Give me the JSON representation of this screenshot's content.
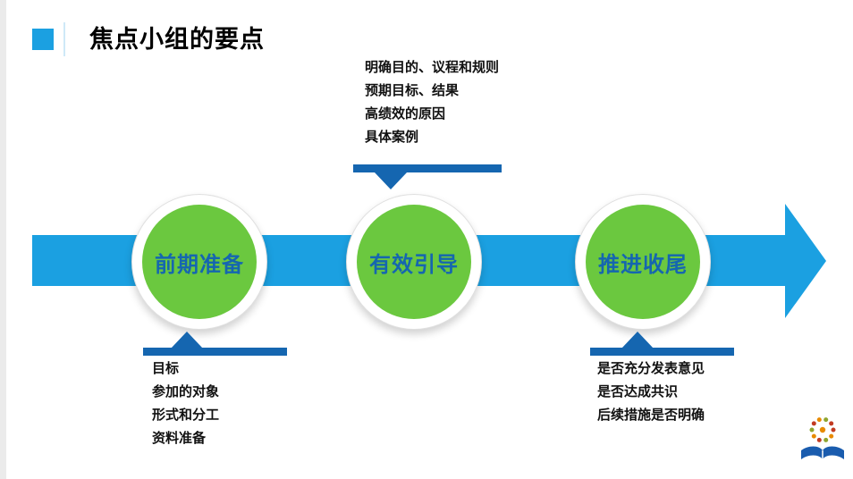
{
  "slide": {
    "title": "焦点小组的要点"
  },
  "nodes": [
    {
      "label": "前期准备"
    },
    {
      "label": "有效引导"
    },
    {
      "label": "推进收尾"
    }
  ],
  "callouts": {
    "top": {
      "lines": [
        "明确目的、议程和规则",
        "预期目标、结果",
        "高绩效的原因",
        "具体案例"
      ]
    },
    "bottom_left": {
      "lines": [
        "目标",
        "参加的对象",
        "形式和分工",
        "资料准备"
      ]
    },
    "bottom_right": {
      "lines": [
        "是否充分发表意见",
        "是否达成共识",
        "后续措施是否明确"
      ]
    }
  },
  "icons": {
    "logo": "open-book-emblem"
  },
  "colors": {
    "accent_blue": "#1BA0E1",
    "bar_blue": "#1566B0",
    "node_green": "#6BC83F",
    "node_label_blue": "#1566B0",
    "text_dark": "#111111"
  }
}
